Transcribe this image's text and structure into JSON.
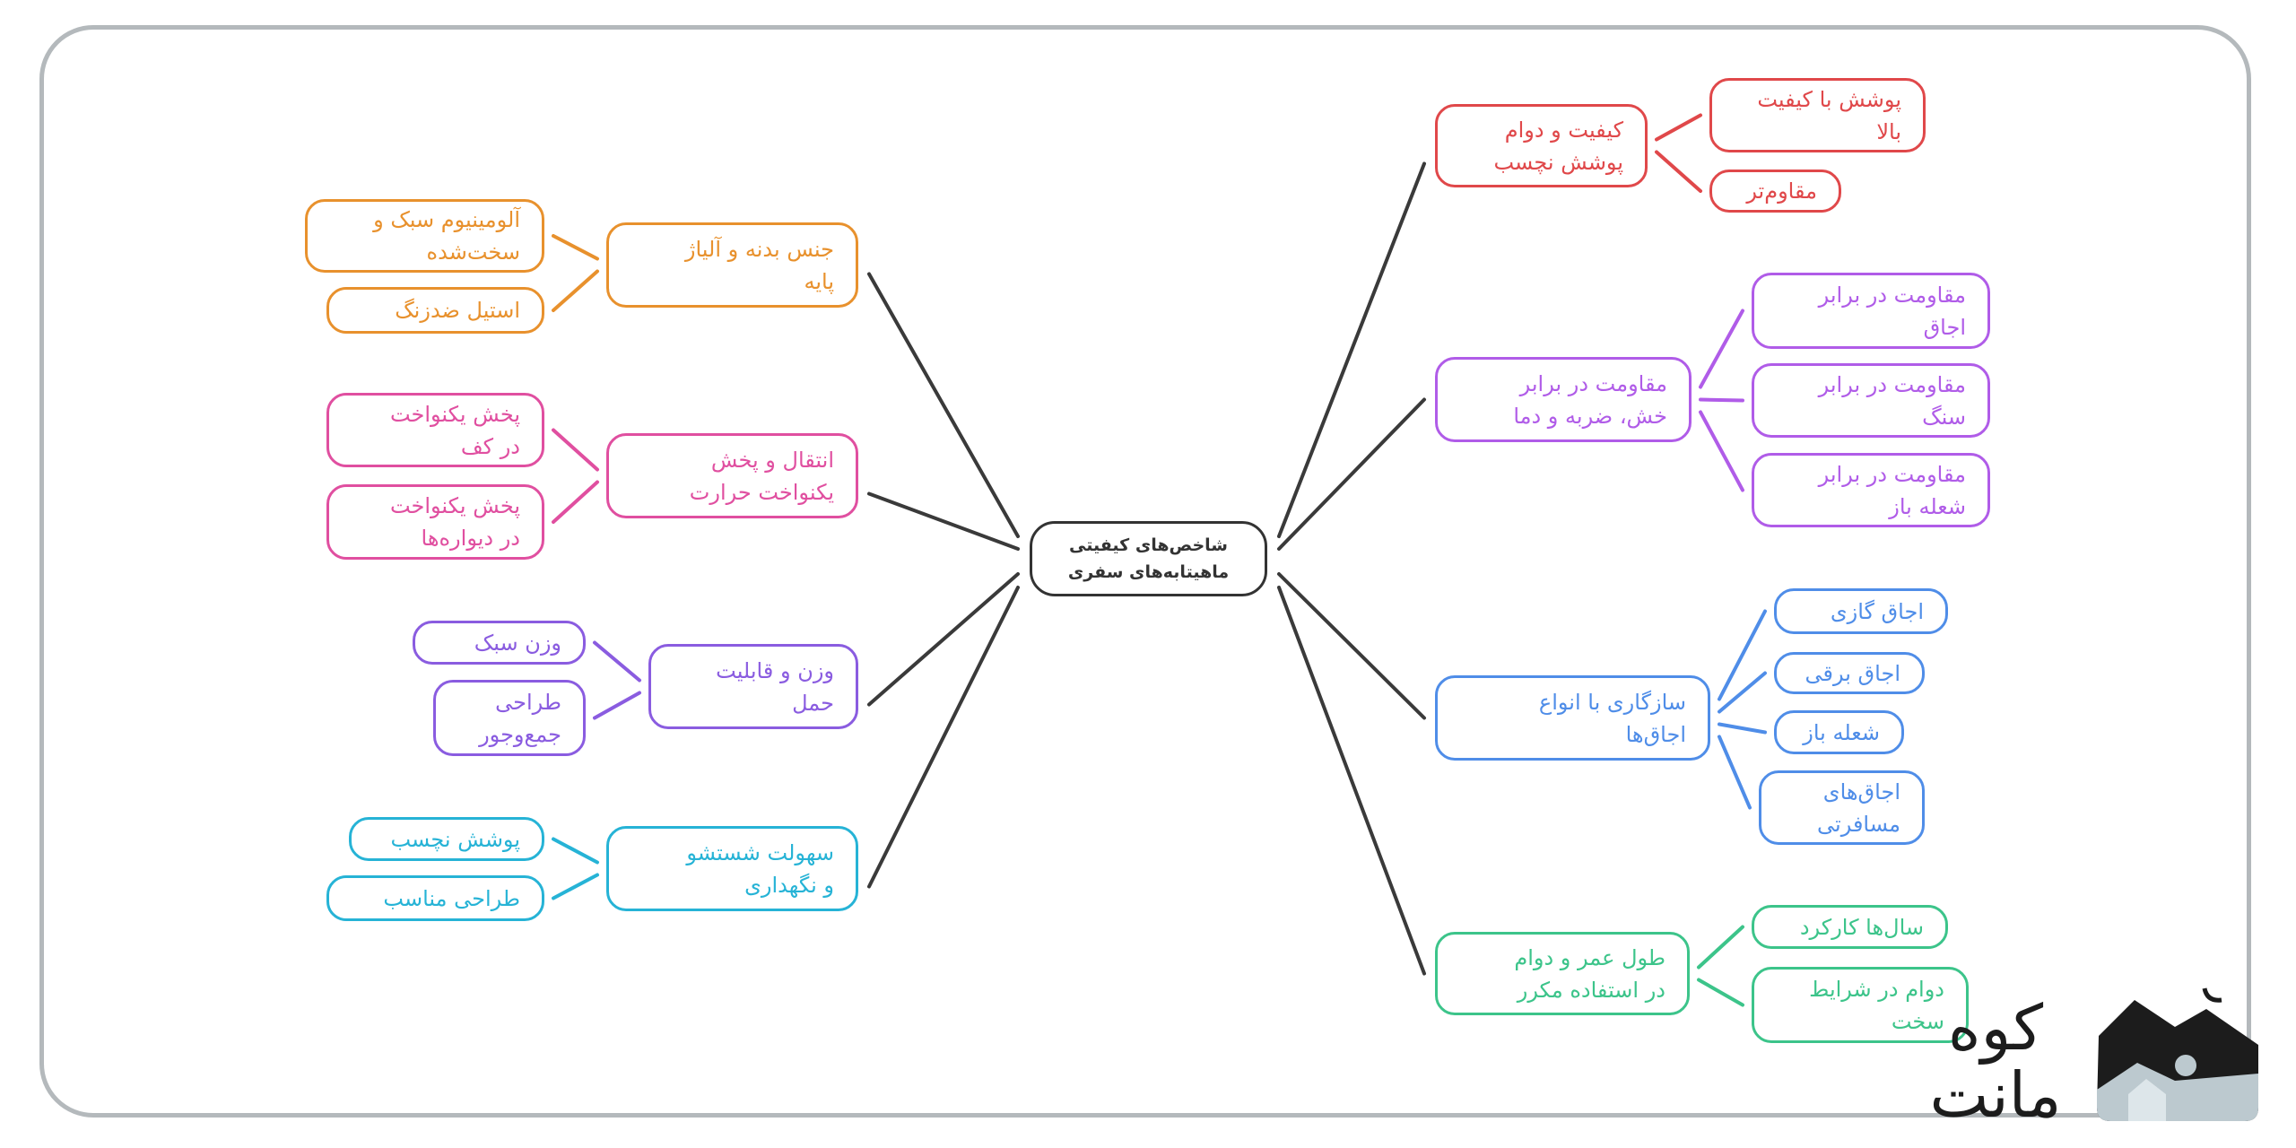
{
  "title": "شاخص‌های کیفیتی\nماهیتابه‌های سفری",
  "logo_text": "کوه مانت",
  "groups": [
    {
      "id": "body",
      "color": "#e8912d",
      "title": "جنس بدنه و آلیاژ\nپایه",
      "children": [
        "آلومینیوم سبک و\nسخت‌شده",
        "استیل ضدزنگ"
      ]
    },
    {
      "id": "heat",
      "color": "#e04fa0",
      "title": "انتقال و پخش\nیکنواخت حرارت",
      "children": [
        "پخش یکنواخت\nدر کف",
        "پخش یکنواخت\nدر دیواره‌ها"
      ]
    },
    {
      "id": "weight",
      "color": "#8a5ce0",
      "title": "وزن و قابلیت\nحمل",
      "children": [
        "وزن سبک",
        "طراحی\nجمع‌وجور"
      ]
    },
    {
      "id": "clean",
      "color": "#26b3d6",
      "title": "سهولت شستشو\nو نگهداری",
      "children": [
        "پوشش نچسب",
        "طراحی مناسب"
      ]
    },
    {
      "id": "coating",
      "color": "#e0484a",
      "title": "کیفیت و دوام\nپوشش نچسب",
      "children": [
        "پوشش با کیفیت\nبالا",
        "مقاوم‌تر"
      ]
    },
    {
      "id": "resist",
      "color": "#b05ce8",
      "title": "مقاومت در برابر\nخش، ضربه و دما",
      "children": [
        "مقاومت در برابر\nاجاق",
        "مقاومت در برابر\nسنگ",
        "مقاومت در برابر\nشعله باز"
      ]
    },
    {
      "id": "stoves",
      "color": "#4f8de8",
      "title": "سازگاری با انواع\nاجاق‌ها",
      "children": [
        "اجاق گازی",
        "اجاق برقی",
        "شعله باز",
        "اجاق‌های\nمسافرتی"
      ]
    },
    {
      "id": "life",
      "color": "#3cc48a",
      "title": "طول عمر و دوام\nدر استفاده مکرر",
      "children": [
        "سال‌ها کارکرد",
        "دوام در شرایط\nسخت"
      ]
    }
  ]
}
